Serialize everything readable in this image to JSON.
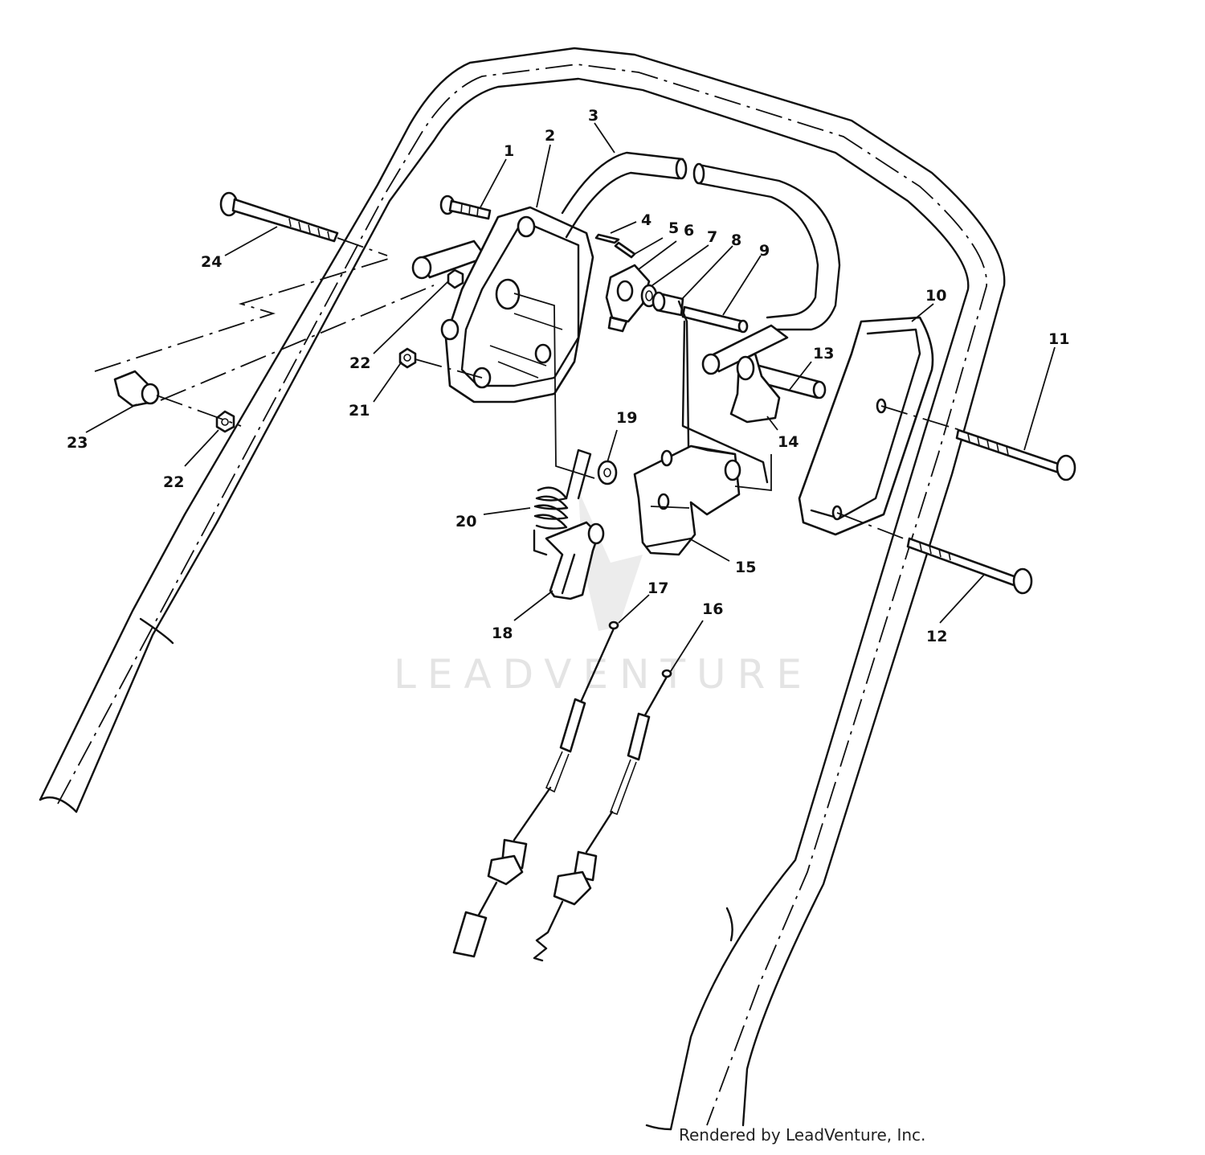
{
  "diagram": {
    "callouts": [
      {
        "id": "1",
        "label": "1"
      },
      {
        "id": "2",
        "label": "2"
      },
      {
        "id": "3",
        "label": "3"
      },
      {
        "id": "4",
        "label": "4"
      },
      {
        "id": "5",
        "label": "5"
      },
      {
        "id": "6",
        "label": "6"
      },
      {
        "id": "7",
        "label": "7"
      },
      {
        "id": "8",
        "label": "8"
      },
      {
        "id": "9",
        "label": "9"
      },
      {
        "id": "10",
        "label": "10"
      },
      {
        "id": "11",
        "label": "11"
      },
      {
        "id": "12",
        "label": "12"
      },
      {
        "id": "13",
        "label": "13"
      },
      {
        "id": "14",
        "label": "14"
      },
      {
        "id": "15",
        "label": "15"
      },
      {
        "id": "16",
        "label": "16"
      },
      {
        "id": "17",
        "label": "17"
      },
      {
        "id": "18",
        "label": "18"
      },
      {
        "id": "19",
        "label": "19"
      },
      {
        "id": "20",
        "label": "20"
      },
      {
        "id": "21",
        "label": "21"
      },
      {
        "id": "22a",
        "label": "22"
      },
      {
        "id": "22b",
        "label": "22"
      },
      {
        "id": "23",
        "label": "23"
      },
      {
        "id": "24",
        "label": "24"
      }
    ]
  },
  "watermark": {
    "text": "LEADVENTURE",
    "color": "#e4e4e4"
  },
  "credit": {
    "text": "Rendered by LeadVenture, Inc."
  },
  "colors": {
    "line": "#111111",
    "background": "#ffffff"
  }
}
